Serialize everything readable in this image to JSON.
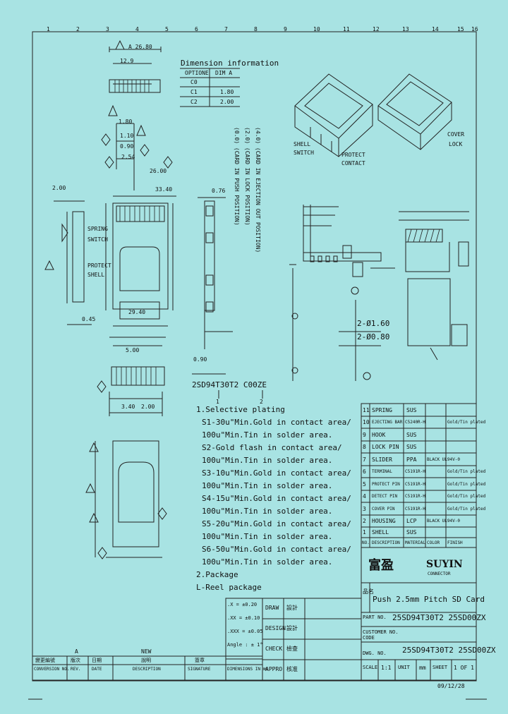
{
  "ruler_top": [
    "1",
    "2",
    "3",
    "4",
    "5",
    "6",
    "7",
    "8",
    "9",
    "10",
    "11",
    "12",
    "13",
    "14",
    "15",
    "16"
  ],
  "dimension_table": {
    "title": "Dimension information",
    "headers": [
      "OPTIONE",
      "DIM A"
    ],
    "rows": [
      [
        "C0",
        ""
      ],
      [
        "C1",
        "1.80"
      ],
      [
        "C2",
        "2.00"
      ]
    ]
  },
  "rotated_notes": [
    "(0.0) (CARD IN PUSH POSITION)",
    "(2.0) (CARD IN LOCK POSITION)",
    "(4.0) (CARD IN EJECTION OUT POSITION)"
  ],
  "callouts": {
    "spring": "SPRING",
    "switch": "SWITCH",
    "protect": "PROTECT",
    "shell": "SHELL",
    "switch_b": "SWITCH",
    "protect_b": "PROTECT",
    "contact": "CONTACT",
    "lock": "LOCK",
    "cover": "COVER"
  },
  "dims": {
    "d1": "A 26.80",
    "d2": "12.9",
    "d3": "1.80",
    "d4": "1.10",
    "d5": "0.90",
    "d6": "2.54",
    "d7": "26.00",
    "d8": "33.40",
    "d9": "2.00",
    "d10": "29.40",
    "d11": "0.45",
    "d12": "0.76",
    "d13": "5.00",
    "d14": "2.00",
    "d15": "3.40",
    "d16": "0.90",
    "d17": "2-Ø1.60",
    "d18": "2-Ø0.80"
  },
  "part_number": {
    "code": "2SD94T30T2 C00ZE",
    "note_a": "1",
    "note_b": "2"
  },
  "notes": [
    "1.Selective plating",
    "S1-30u\"Min.Gold in contact area/",
    "   100u\"Min.Tin in solder area.",
    "S2-Gold flash in contact area/",
    "   100u\"Min.Tin in solder area.",
    "S3-10u\"Min.Gold in contact area/",
    "   100u\"Min.Tin in solder area.",
    "S4-15u\"Min.Gold in contact area/",
    "   100u\"Min.Tin in solder area.",
    "S5-20u\"Min.Gold in contact area/",
    "   100u\"Min.Tin in solder area.",
    "S6-50u\"Min.Gold in contact area/",
    "   100u\"Min.Tin in solder area.",
    "2.Package",
    "   L-Reel package"
  ],
  "bom": [
    [
      "11",
      "SPRING",
      "SUS",
      "",
      ""
    ],
    [
      "10",
      "EJECTING BAR",
      "C5240R-H",
      "",
      "Gold/Tin plated"
    ],
    [
      "9",
      "HOOK",
      "SUS",
      "",
      ""
    ],
    [
      "8",
      "LOCK PIN",
      "SUS",
      "",
      ""
    ],
    [
      "7",
      "SLIDER",
      "PPA",
      "BLACK UL94V-0",
      ""
    ],
    [
      "6",
      "TERMINAL",
      "C5191R-H",
      "",
      "Gold/Tin plated"
    ],
    [
      "5",
      "PROTECT PIN",
      "C5191R-H",
      "",
      "Gold/Tin plated"
    ],
    [
      "4",
      "DETECT PIN",
      "C5191R-H",
      "",
      "Gold/Tin plated"
    ],
    [
      "3",
      "COVER PIN",
      "C5191R-H",
      "",
      "Gold/Tin plated"
    ],
    [
      "2",
      "HOUSING",
      "LCP",
      "BLACK UL94V-0",
      ""
    ],
    [
      "1",
      "SHELL",
      "SUS",
      "",
      ""
    ]
  ],
  "bom_headers": [
    "NO.",
    "DESCRIPTION",
    "MATERIAL",
    "COLOR",
    "FINISH"
  ],
  "company": {
    "cn": "富盈",
    "en": "SUYIN",
    "sub": "CONNECTOR"
  },
  "title_block": {
    "title_label": "品名",
    "title": "Push 2.5mm Pitch SD Card",
    "partno_label": "PART NO.",
    "partno": "25SD94T30T2 25SD00ZX",
    "customer_label": "CUSTOMER NO.",
    "customer_code": "CODE",
    "dwg_label": "DWG. NO.",
    "dwg": "25SD94T30T2 25SD00ZX",
    "scale_label": "SCALE",
    "scale": "1:1",
    "unit_label": "UNIT",
    "unit": "mm",
    "sheet_label": "SHEET",
    "sheet": "1 OF 1",
    "tolerance": [
      ".X = ±0.20",
      ".XX = ±0.10",
      ".XXX = ±0.05"
    ],
    "angle": "Angle : ± 1°",
    "roles": [
      [
        "DRAW",
        "設計"
      ],
      [
        "DESIGN",
        "設計"
      ],
      [
        "CHECK",
        "檢查"
      ],
      [
        "APPRO",
        "核准"
      ]
    ]
  },
  "revision": {
    "rev": "A",
    "desc": "NEW",
    "cols": [
      "變更編號",
      "版次",
      "日期",
      "說明",
      "簽章"
    ],
    "cols_en": [
      "CONVERSION NO.",
      "REV.",
      "DATE",
      "DESCRIPTION",
      "SIGNATURE"
    ],
    "misc": "DIMENSIONS IN mm"
  },
  "footer": {
    "date": "09/12/28"
  }
}
